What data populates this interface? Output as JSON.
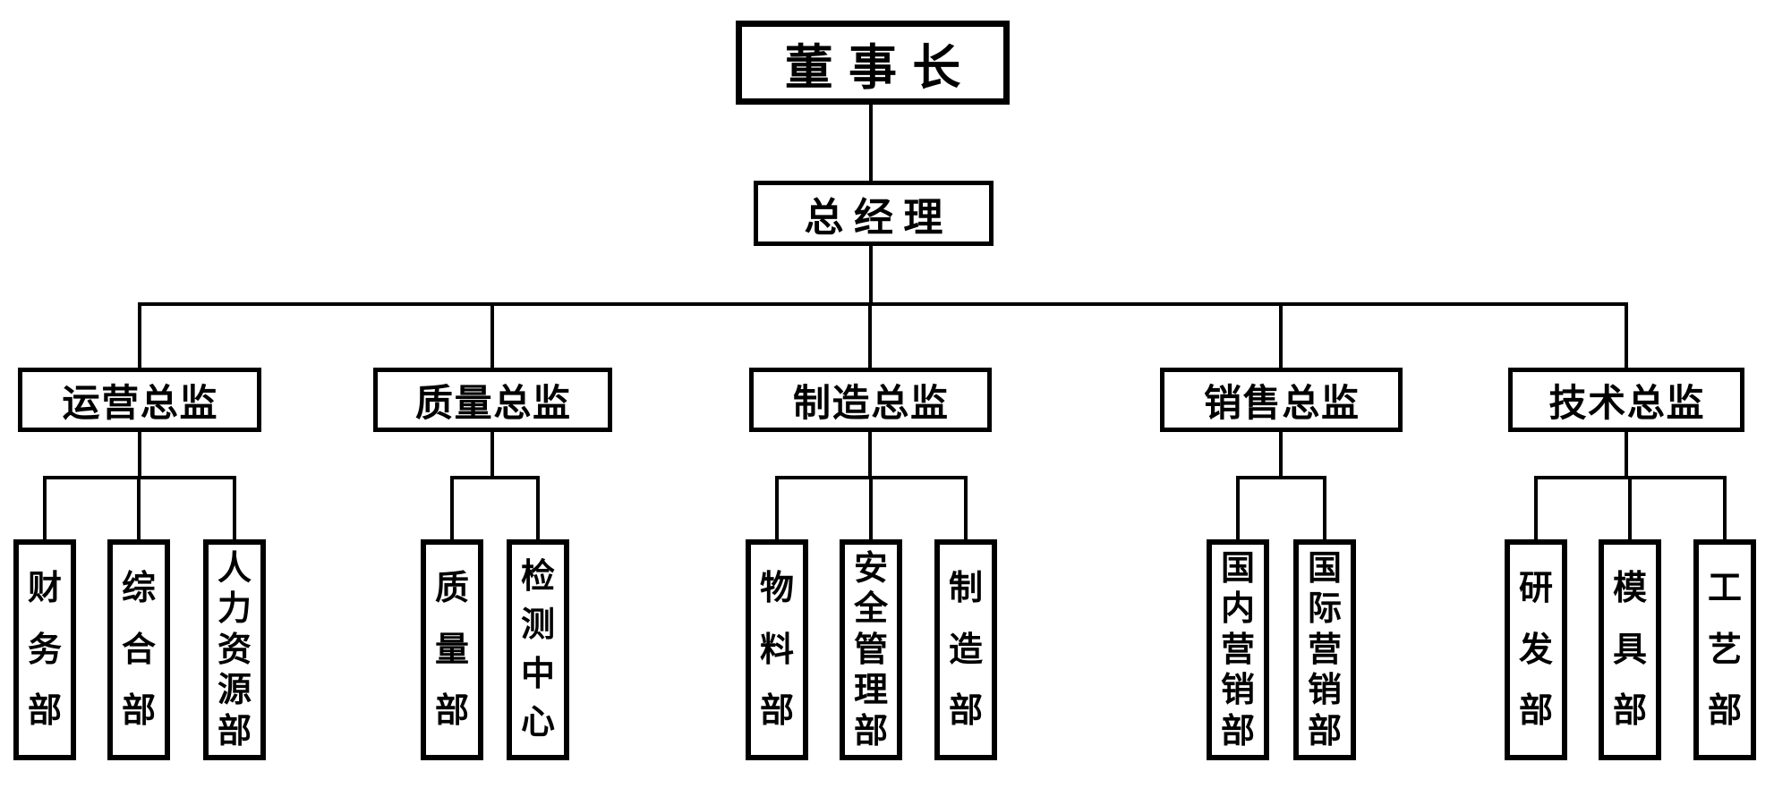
{
  "org_chart": {
    "root": {
      "label": "董事长"
    },
    "general_manager": {
      "label": "总经理"
    },
    "directors": [
      {
        "label": "运营总监",
        "departments": [
          "财务部",
          "综合部",
          "人力资源部"
        ]
      },
      {
        "label": "质量总监",
        "departments": [
          "质量部",
          "检测中心"
        ]
      },
      {
        "label": "制造总监",
        "departments": [
          "物料部",
          "安全管理部",
          "制造部"
        ]
      },
      {
        "label": "销售总监",
        "departments": [
          "国内营销部",
          "国际营销部"
        ]
      },
      {
        "label": "技术总监",
        "departments": [
          "研发部",
          "模具部",
          "工艺部"
        ]
      }
    ],
    "colors": {
      "background": "#ffffff",
      "box_fill": "#ffffff",
      "box_border": "#000000",
      "line": "#000000",
      "text": "#000000"
    }
  }
}
